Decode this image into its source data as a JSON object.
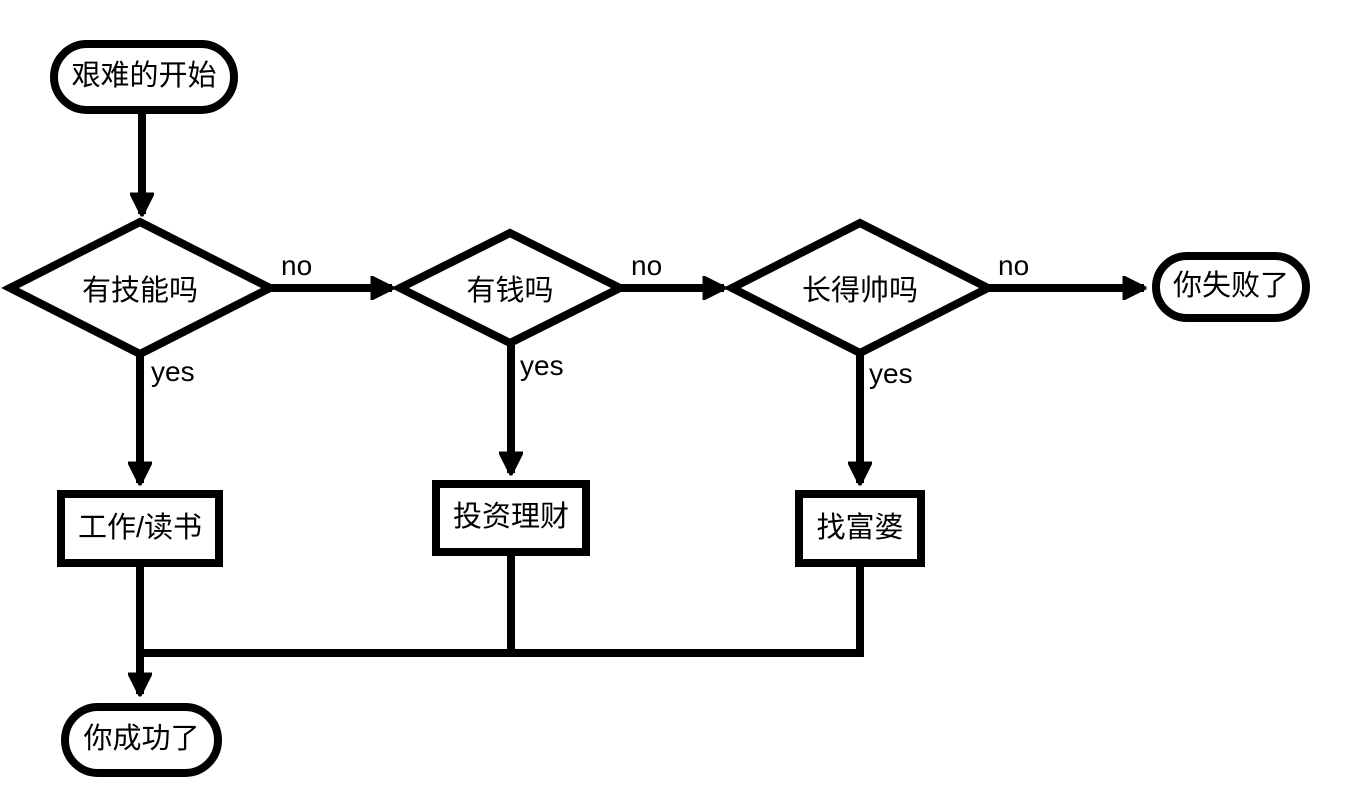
{
  "diagram": {
    "title": "success-flowchart",
    "background_color": "#ffffff",
    "stroke_color": "#000000",
    "text_color": "#000000",
    "nodes": {
      "start": {
        "label": "艰难的开始",
        "type": "terminal"
      },
      "d1": {
        "label": "有技能吗",
        "type": "decision"
      },
      "d2": {
        "label": "有钱吗",
        "type": "decision"
      },
      "d3": {
        "label": "长得帅吗",
        "type": "decision"
      },
      "fail": {
        "label": "你失败了",
        "type": "terminal"
      },
      "p1": {
        "label": "工作/读书",
        "type": "process"
      },
      "p2": {
        "label": "投资理财",
        "type": "process"
      },
      "p3": {
        "label": "找富婆",
        "type": "process"
      },
      "success": {
        "label": "你成功了",
        "type": "terminal"
      }
    },
    "edge_labels": {
      "no1": "no",
      "no2": "no",
      "no3": "no",
      "yes1": "yes",
      "yes2": "yes",
      "yes3": "yes"
    }
  }
}
